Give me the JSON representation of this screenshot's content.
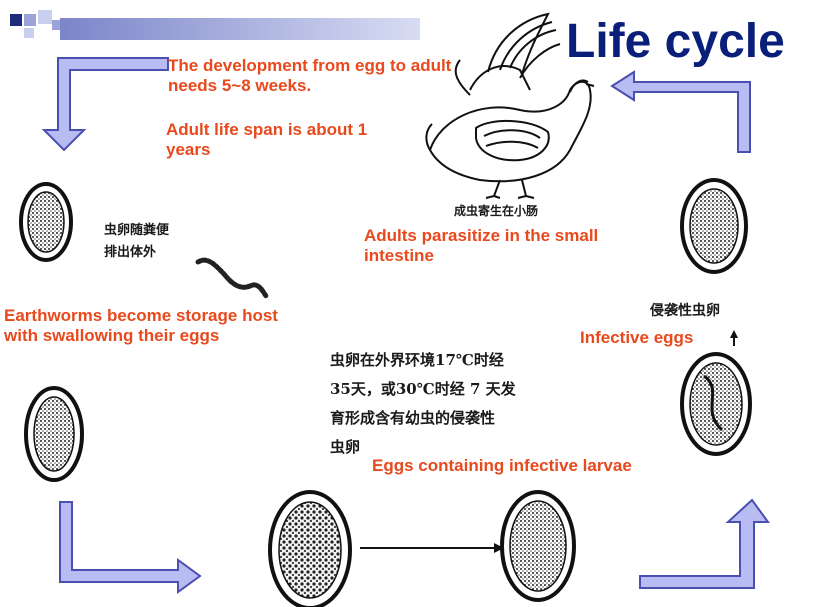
{
  "title": "Life cycle",
  "notes": {
    "development": "The development from egg to adult  needs 5~8 weeks.",
    "lifespan": "Adult life span is about 1 years",
    "adults": "Adults  parasitize in the small intestine",
    "earthworms": "Earthworms become  storage host with swallowing  their eggs",
    "infective": "Infective eggs",
    "larvae": "Eggs containing infective larvae"
  },
  "chinese": {
    "adult_caption": "成虫寄生在小肠",
    "egg_feces": [
      "虫卵随粪便",
      "排出体外"
    ],
    "infective_label": "侵袭性虫卵",
    "development_text": [
      "虫卵在外界环境17℃时经",
      "35天，或30℃时经 7 天发",
      "育形成含有幼虫的侵袭性",
      "虫卵"
    ]
  },
  "colors": {
    "title": "#0a1f7a",
    "annotation": "#e8491d",
    "arrow_fill": "#b8bcf2",
    "arrow_stroke": "#4a4fb0",
    "header_bar": "#1e2a7a"
  },
  "icons": [
    "rooster-illustration",
    "egg-illustration",
    "worm-illustration"
  ]
}
